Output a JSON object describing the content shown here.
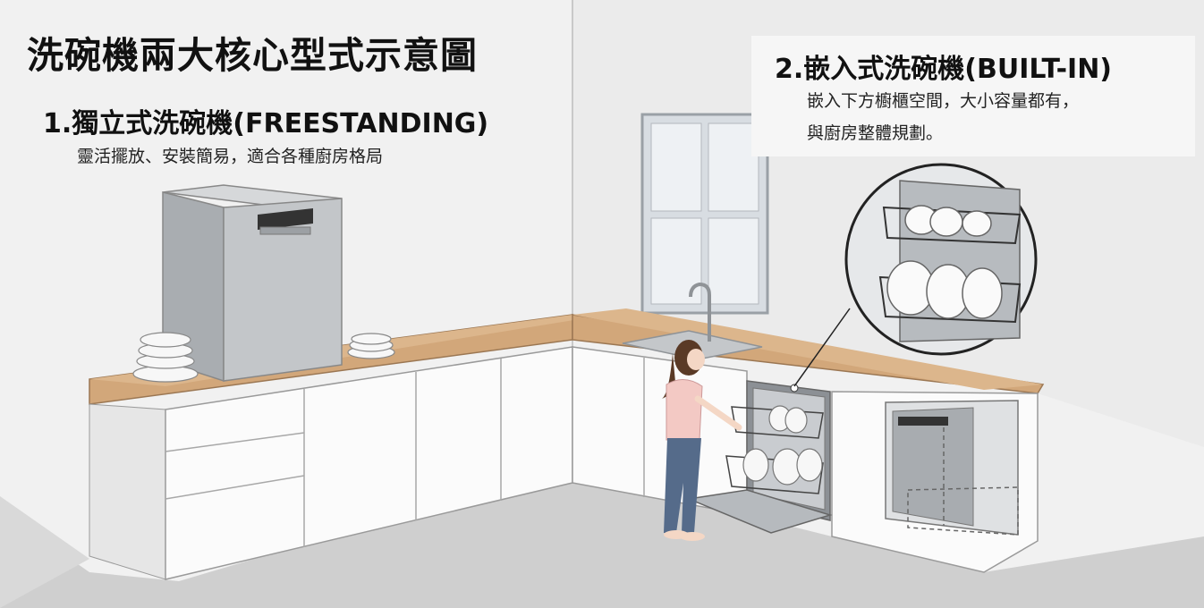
{
  "title": "洗碗機兩大核心型式示意圖",
  "freestanding": {
    "heading": "1.獨立式洗碗機(FREESTANDING)",
    "description": "靈活擺放、安裝簡易，適合各種廚房格局"
  },
  "builtin": {
    "heading": "2.嵌入式洗碗機(BUILT-IN)",
    "description_line1": "嵌入下方櫥櫃空間，大小容量都有，",
    "description_line2": "與廚房整體規劃。"
  },
  "colors": {
    "wall": "#eeeeee",
    "floor": "#cfcfcf",
    "countertop": "#d2a77a",
    "cabinet": "#fbfbfb",
    "steel": "#b9bcbf",
    "shirt": "#f3c9c4",
    "jeans": "#556b8a",
    "hair": "#5a3a26"
  }
}
